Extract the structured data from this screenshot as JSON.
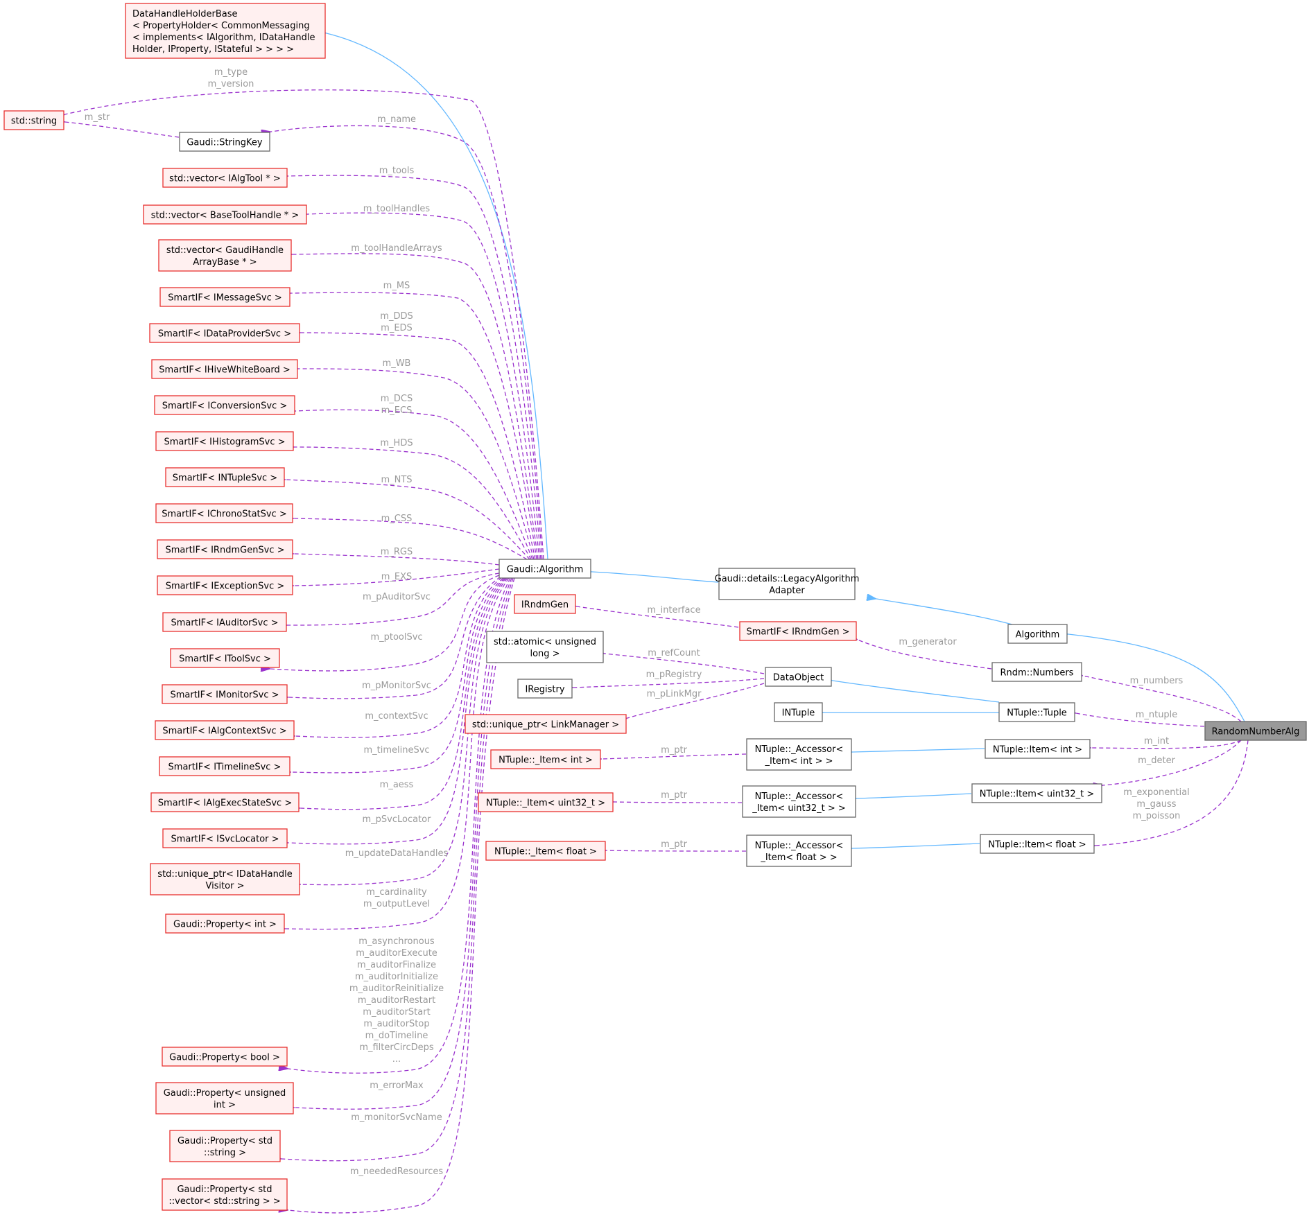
{
  "nodes": {
    "data_handle_holder_base": "DataHandleHolderBase\n< PropertyHolder< CommonMessaging\n< implements< IAlgorithm, IDataHandle\nHolder, IProperty, IStateful > > > >",
    "std_string": "std::string",
    "gaudi_string_key": "Gaudi::StringKey",
    "vector_ialgtool": "std::vector< IAlgTool * >",
    "vector_basetoolhandle": "std::vector< BaseToolHandle * >",
    "vector_gaudihandlearraybase": "std::vector< GaudiHandle\nArrayBase * >",
    "smartif_imessagesvc": "SmartIF< IMessageSvc >",
    "smartif_idataprovidersvc": "SmartIF< IDataProviderSvc >",
    "smartif_ihivewhiteboard": "SmartIF< IHiveWhiteBoard >",
    "smartif_iconversionsvc": "SmartIF< IConversionSvc >",
    "smartif_ihistogramsvc": "SmartIF< IHistogramSvc >",
    "smartif_intuplesvc": "SmartIF< INTupleSvc >",
    "smartif_ichronostatsvc": "SmartIF< IChronoStatSvc >",
    "smartif_irndmgensvc": "SmartIF< IRndmGenSvc >",
    "smartif_iexceptionsvc": "SmartIF< IExceptionSvc >",
    "smartif_iauditorsvc": "SmartIF< IAuditorSvc >",
    "smartif_itoolsvc": "SmartIF< IToolSvc >",
    "smartif_imonitorsvc": "SmartIF< IMonitorSvc >",
    "smartif_ialgcontextsvc": "SmartIF< IAlgContextSvc >",
    "smartif_itimelinesvc": "SmartIF< ITimelineSvc >",
    "smartif_ialgexecstatesvc": "SmartIF< IAlgExecStateSvc >",
    "smartif_isvclocator": "SmartIF< ISvcLocator >",
    "unique_ptr_idatahandlevisitor": "std::unique_ptr< IDataHandle\nVisitor >",
    "property_int": "Gaudi::Property< int >",
    "property_bool": "Gaudi::Property< bool >",
    "property_unsigned_int": "Gaudi::Property< unsigned\nint >",
    "property_string": "Gaudi::Property< std\n::string >",
    "property_vector_string": "Gaudi::Property< std\n::vector< std::string > >",
    "gaudi_algorithm": "Gaudi::Algorithm",
    "legacy_algorithm_adapter": "Gaudi::details::LegacyAlgorithm\nAdapter",
    "algorithm": "Algorithm",
    "irndmgen": "IRndmGen",
    "smartif_irndmgen": "SmartIF< IRndmGen >",
    "rndm_numbers": "Rndm::Numbers",
    "atomic_unsigned_long": "std::atomic< unsigned\nlong >",
    "iregistry": "IRegistry",
    "data_object": "DataObject",
    "unique_ptr_linkmanager": "std::unique_ptr< LinkManager >",
    "intuple": "INTuple",
    "ntuple_tuple": "NTuple::Tuple",
    "random_number_alg": "RandomNumberAlg",
    "item_int_private": "NTuple::_Item< int >",
    "accessor_item_int": "NTuple::_Accessor<\n_Item< int > >",
    "item_int": "NTuple::Item< int >",
    "item_uint32_private": "NTuple::_Item< uint32_t >",
    "accessor_item_uint32": "NTuple::_Accessor<\n_Item< uint32_t > >",
    "item_uint32": "NTuple::Item< uint32_t >",
    "item_float_private": "NTuple::_Item< float >",
    "accessor_item_float": "NTuple::_Accessor<\n_Item< float > >",
    "item_float": "NTuple::Item< float >"
  },
  "edge_labels": {
    "type_version": "m_type\nm_version",
    "str": "m_str",
    "name": "m_name",
    "tools": "m_tools",
    "tool_handles": "m_toolHandles",
    "tool_handle_arrays": "m_toolHandleArrays",
    "ms": "m_MS",
    "dds_eds": "m_DDS\nm_EDS",
    "wb": "m_WB",
    "dcs_ecs": "m_DCS\nm_ECS",
    "hds": "m_HDS",
    "nts": "m_NTS",
    "css": "m_CSS",
    "rgs": "m_RGS",
    "exs": "m_EXS",
    "p_auditor_svc": "m_pAuditorSvc",
    "ptool_svc": "m_ptoolSvc",
    "p_monitor_svc": "m_pMonitorSvc",
    "context_svc": "m_contextSvc",
    "timeline_svc": "m_timelineSvc",
    "aess": "m_aess",
    "p_svc_locator": "m_pSvcLocator",
    "update_data_handles": "m_updateDataHandles",
    "cardinality_output_level": "m_cardinality\nm_outputLevel",
    "bool_props": "m_asynchronous\nm_auditorExecute\nm_auditorFinalize\nm_auditorInitialize\nm_auditorReinitialize\nm_auditorRestart\nm_auditorStart\nm_auditorStop\nm_doTimeline\nm_filterCircDeps\n...",
    "error_max": "m_errorMax",
    "monitor_svc_name": "m_monitorSvcName",
    "needed_resources": "m_neededResources",
    "interface": "m_interface",
    "ref_count": "m_refCount",
    "p_registry": "m_pRegistry",
    "p_link_mgr": "m_pLinkMgr",
    "generator": "m_generator",
    "numbers": "m_numbers",
    "ntuple": "m_ntuple",
    "int": "m_int",
    "deter": "m_deter",
    "exp_gauss_poisson": "m_exponential\nm_gauss\nm_poisson",
    "ptr_int": "m_ptr",
    "ptr_uint32": "m_ptr",
    "ptr_float": "m_ptr"
  },
  "colors": {
    "member_edge": "#9a32cd",
    "inherit_edge": "#63b8ff",
    "label": "#9a9a9a",
    "red_border": "#e8312f",
    "red_fill": "#fff0f0",
    "gray_border": "#666666",
    "focus_fill": "#999999"
  }
}
